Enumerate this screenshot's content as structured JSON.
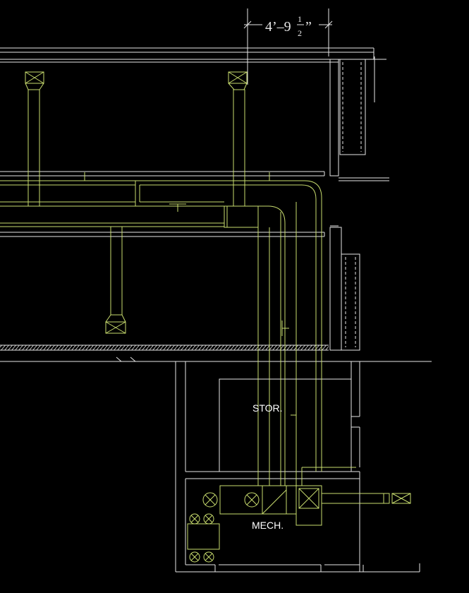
{
  "dimension": {
    "text": "4’–9",
    "fraction_numerator": "1",
    "fraction_denominator": "2",
    "inch_mark": "”"
  },
  "rooms": {
    "storage": "STOR.",
    "mechanical": "MECH."
  },
  "colors": {
    "background": "#000000",
    "architecture": "#e6e6e6",
    "ductwork": "#c8dc6e"
  }
}
